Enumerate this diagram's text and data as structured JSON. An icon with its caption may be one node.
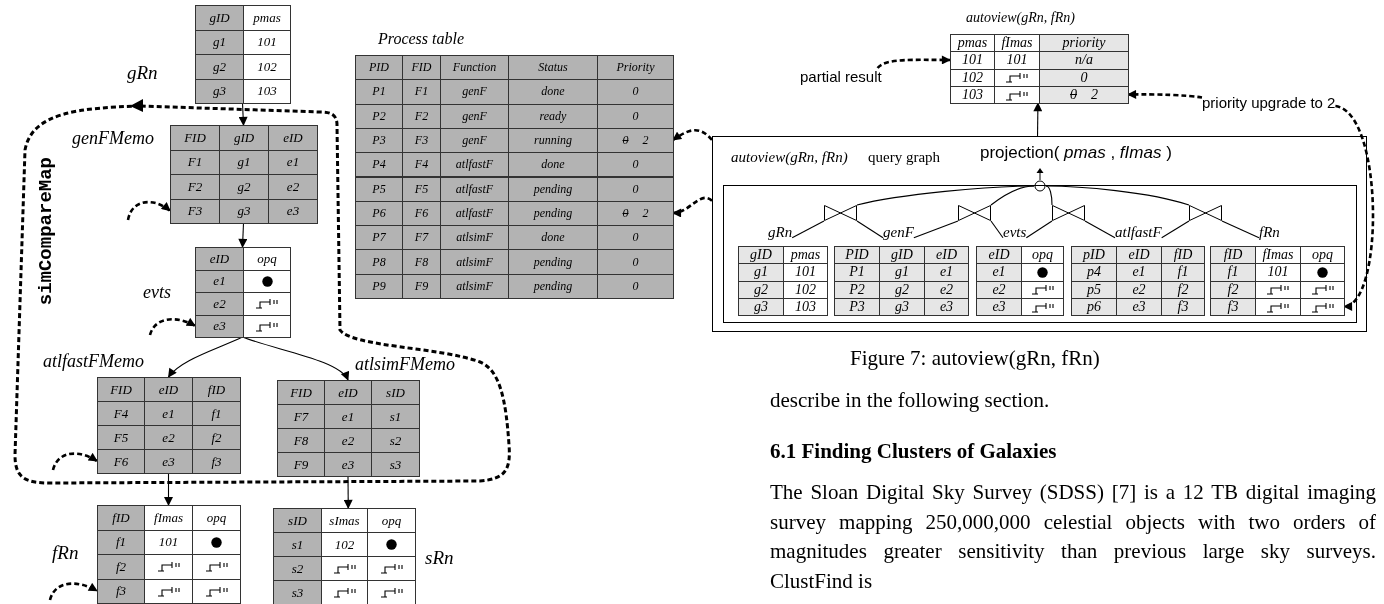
{
  "diagram": {
    "caption": "Figure 7: autoview(gRn, fRn)",
    "nodes": [
      {
        "text": [
          "gRn",
          "gID",
          "pmas",
          "g1",
          "101",
          "g2",
          "102",
          "g3",
          "103"
        ]
      },
      {
        "text": [
          "simCompareMap"
        ]
      },
      {
        "text": [
          "genFMemo",
          "FID",
          "gID",
          "eID",
          "F1",
          "g1",
          "e1",
          "F2",
          "g2",
          "e2",
          "F3",
          "g3",
          "e3"
        ],
        "in": 1
      },
      {
        "text": [
          "evts",
          "eID",
          "opq",
          "e1",
          "e2",
          "e3"
        ],
        "in": 1
      },
      {
        "text": [
          "atlfastFMemo",
          "FID",
          "eID",
          "fID",
          "F4",
          "e1",
          "f1",
          "F5",
          "e2",
          "f2",
          "F6",
          "e3",
          "f3"
        ],
        "in": 1
      },
      {
        "text": [
          "atlsimFMemo",
          "FID",
          "eID",
          "sID",
          "F7",
          "e1",
          "s1",
          "F8",
          "e2",
          "s2",
          "F9",
          "e3",
          "s3"
        ],
        "in": 1
      },
      {
        "text": [
          "fRn",
          "fID",
          "fImas",
          "opq",
          "f1",
          "101",
          "f2",
          "f3"
        ]
      },
      {
        "text": [
          "sRn",
          "sID",
          "sImas",
          "opq",
          "s1",
          "102",
          "s2",
          "s3"
        ]
      },
      {
        "text": [
          "Process table",
          "PID",
          "FID",
          "Function",
          "Status",
          "Priority",
          "P1",
          "F1",
          "genF",
          "done",
          "0",
          "P2",
          "F2",
          "genF",
          "ready",
          "0",
          "P3",
          "F3",
          "genF",
          "running",
          "0",
          "2",
          "P4",
          "F4",
          "atlfastF",
          "done",
          "0",
          "P5",
          "F5",
          "atlfastF",
          "pending",
          "0",
          "P6",
          "F6",
          "atlfastF",
          "pending",
          "0",
          "2",
          "P7",
          "F7",
          "atlsimF",
          "done",
          "0",
          "P8",
          "F8",
          "atlsimF",
          "pending",
          "0",
          "P9",
          "F9",
          "atlsimF",
          "pending",
          "0"
        ]
      },
      {
        "text": [
          "partial result"
        ]
      },
      {
        "text": [
          "autoview(gRn, fRn)",
          "pmas",
          "fImas",
          "priority",
          "101",
          "101",
          "n/a",
          "102",
          "0",
          "103",
          "0",
          "2"
        ]
      },
      {
        "text": [
          "priority upgrade to 2"
        ]
      },
      {
        "text": [
          "autoview(gRn, fRn)",
          "query graph"
        ]
      },
      {
        "text": [
          "projection( *pmas* , *fImas* )"
        ],
        "in": 12
      },
      {
        "text": [],
        "shape": "box",
        "in": 12
      },
      {
        "text": [],
        "shape": "bowtie",
        "in": 14
      },
      {
        "text": [],
        "shape": "bowtie",
        "in": 14
      },
      {
        "text": [],
        "shape": "bowtie",
        "in": 14
      },
      {
        "text": [],
        "shape": "bowtie",
        "in": 14
      },
      {
        "text": [
          "gRn",
          "gID",
          "pmas",
          "g1",
          "101",
          "g2",
          "102",
          "g3",
          "103"
        ],
        "in": 14
      },
      {
        "text": [
          "genF",
          "PID",
          "gID",
          "eID",
          "P1",
          "g1",
          "e1",
          "P2",
          "g2",
          "e2",
          "P3",
          "g3",
          "e3"
        ],
        "in": 14
      },
      {
        "text": [
          "evts",
          "eID",
          "opq",
          "e1",
          "e2",
          "e3"
        ],
        "in": 14
      },
      {
        "text": [
          "atlfastF",
          "pID",
          "eID",
          "fID",
          "p4",
          "e1",
          "f1",
          "p5",
          "e2",
          "f2",
          "p6",
          "e3",
          "f3"
        ],
        "in": 14
      },
      {
        "text": [
          "fRn",
          "fID",
          "fImas",
          "opq",
          "f1",
          "101",
          "f2",
          "f3"
        ],
        "in": 14
      }
    ],
    "edges": [
      {
        "from": 0,
        "to": 2,
        "arrow": "to"
      },
      {
        "from": 2,
        "to": 3,
        "arrow": "to"
      },
      {
        "from": 3,
        "to": 4,
        "arrow": "to"
      },
      {
        "from": 3,
        "to": 5,
        "arrow": "to"
      },
      {
        "from": 4,
        "to": 6,
        "arrow": "to"
      },
      {
        "from": 5,
        "to": 7,
        "arrow": "to"
      },
      {
        "from": null,
        "to": 2,
        "arrow": "to",
        "style": "dashed"
      },
      {
        "from": null,
        "to": 3,
        "arrow": "to",
        "style": "dashed"
      },
      {
        "from": null,
        "to": 4,
        "arrow": "to",
        "style": "dashed"
      },
      {
        "from": null,
        "to": 6,
        "arrow": "to",
        "style": "dashed"
      },
      {
        "from": 12,
        "to": 8,
        "arrow": "to",
        "style": "dashed"
      },
      {
        "from": 12,
        "to": 8,
        "arrow": "to",
        "style": "dashed"
      },
      {
        "from": 9,
        "to": 10,
        "arrow": "to",
        "style": "dashed"
      },
      {
        "from": 11,
        "to": 10,
        "arrow": "to",
        "style": "dashed"
      },
      {
        "from": 11,
        "to": 23,
        "arrow": "to",
        "style": "dashed"
      },
      {
        "from": 12,
        "to": 10,
        "arrow": "to"
      },
      {
        "from": 19,
        "to": 15,
        "arrow": "none"
      },
      {
        "from": 20,
        "to": 15,
        "arrow": "none"
      },
      {
        "from": 15,
        "to": 13,
        "arrow": "none"
      },
      {
        "from": 20,
        "to": 16,
        "arrow": "none"
      },
      {
        "from": 21,
        "to": 16,
        "arrow": "none"
      },
      {
        "from": 16,
        "to": 13,
        "arrow": "none"
      },
      {
        "from": 21,
        "to": 17,
        "arrow": "none"
      },
      {
        "from": 22,
        "to": 17,
        "arrow": "none"
      },
      {
        "from": 17,
        "to": 13,
        "arrow": "none"
      },
      {
        "from": 22,
        "to": 18,
        "arrow": "none"
      },
      {
        "from": 23,
        "to": 18,
        "arrow": "none"
      },
      {
        "from": 18,
        "to": 13,
        "arrow": "none"
      }
    ],
    "labels": [
      "describe in the following section.",
      "6.1 Finding Clusters of Galaxies",
      "The Sloan Digital Sky Survey (SDSS) [7] is a 12 TB digital imaging survey mapping 250,000,000 celestial objects with two orders of magnitudes greater sensitivity than previous large sky surveys. ClustFind is"
    ]
  }
}
